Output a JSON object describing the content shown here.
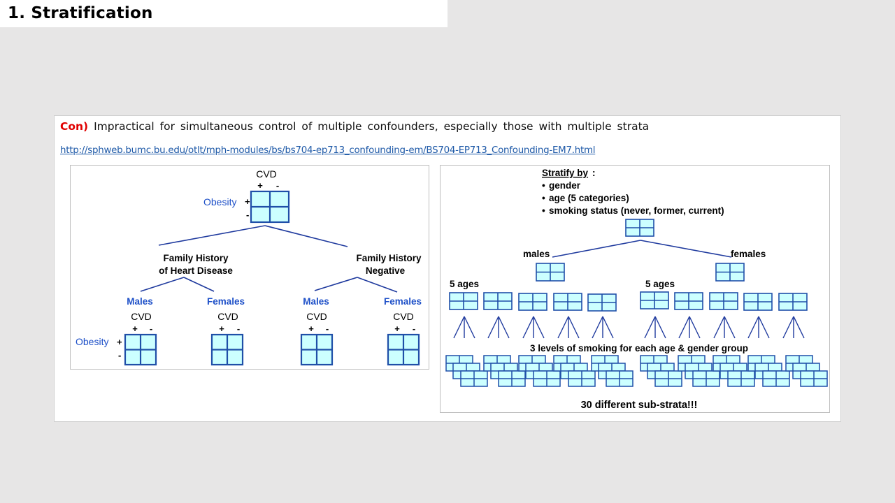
{
  "title": "1. Stratification",
  "con": {
    "label": "Con)",
    "text": "Impractical for simultaneous control of multiple confounders, especially those with multiple strata"
  },
  "link": "http://sphweb.bumc.bu.edu/otlt/mph-modules/bs/bs704-ep713_confounding-em/BS704-EP713_Confounding-EM7.html",
  "left_figure": {
    "outcome_label": "CVD",
    "plus": "+",
    "minus": "-",
    "exposure_label": "Obesity",
    "branch_positive": [
      "Family History",
      "of Heart Disease"
    ],
    "branch_negative": [
      "Family History",
      "Negative"
    ],
    "males": "Males",
    "females": "Females",
    "accent_color": "#1e50c8"
  },
  "right_figure": {
    "stratify_heading": "Stratify by",
    "colon": ":",
    "bullets": [
      "gender",
      "age (5 categories)",
      "smoking status (never, former, current)"
    ],
    "males": "males",
    "females": "females",
    "five_ages": "5 ages",
    "smoking_caption": "3 levels of smoking for each age & gender group",
    "footer": "30 different sub-strata!!!"
  },
  "colors": {
    "table_fill": "#ccffff",
    "table_stroke": "#1f4fa8",
    "line": "#1f3a9e",
    "con_label": "#e00000",
    "link": "#1f5aa8"
  }
}
